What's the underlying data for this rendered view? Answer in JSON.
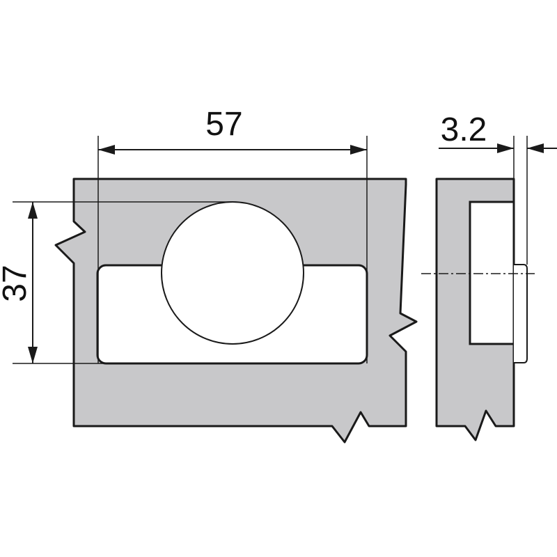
{
  "dimensions": {
    "width_label": "57",
    "height_label": "37",
    "thickness_label": "3.2"
  },
  "colors": {
    "panel_fill": "#c8c8ca",
    "line": "#1a1a1a",
    "cutout_fill": "#ffffff"
  }
}
